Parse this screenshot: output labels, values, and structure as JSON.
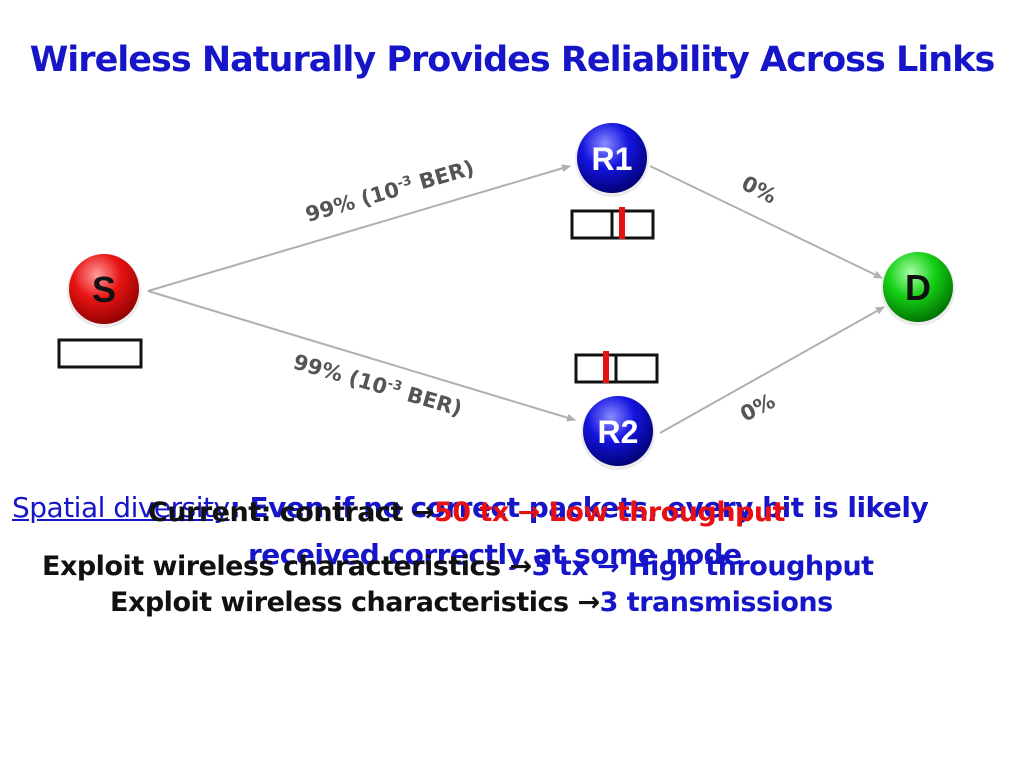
{
  "title": "Wireless Naturally Provides Reliability Across Links",
  "nodes": {
    "source": "S",
    "relay1": "R1",
    "relay2": "R2",
    "destination": "D"
  },
  "links": {
    "s_r1": {
      "label_main": "99% (10",
      "label_sup": "-3",
      "label_tail": " BER)"
    },
    "s_r2": {
      "label_main": "99% (10",
      "label_sup": "-3",
      "label_tail": " BER)"
    },
    "r1_d": {
      "label": "0%"
    },
    "r2_d": {
      "label": "0%"
    }
  },
  "colors": {
    "title": "#1616c8",
    "source_node": "#e01010",
    "relay_node": "#1010e0",
    "destination_node": "#10c010",
    "error_bit": "#e81010",
    "link": "#b0b0b0"
  },
  "spatial_diversity": {
    "term": "Spatial diversity",
    "colon": ":",
    "text": " Even if no correct packets, every bit is likely",
    "text_line2": "received correctly at some node"
  },
  "current": {
    "label": "Current: contract ",
    "arrow": "→",
    "value": "50 tx ",
    "arrow2": "→",
    "result": " Low throughput"
  },
  "exploit_tx": {
    "label": "Exploit wireless characteristics ",
    "arrow": "→",
    "value": "3 tx ",
    "arrow2": "→",
    "result": " High throughput"
  },
  "exploit_transmissions": {
    "label": "Exploit wireless characteristics ",
    "arrow": "→",
    "value": "3 transmissions"
  }
}
